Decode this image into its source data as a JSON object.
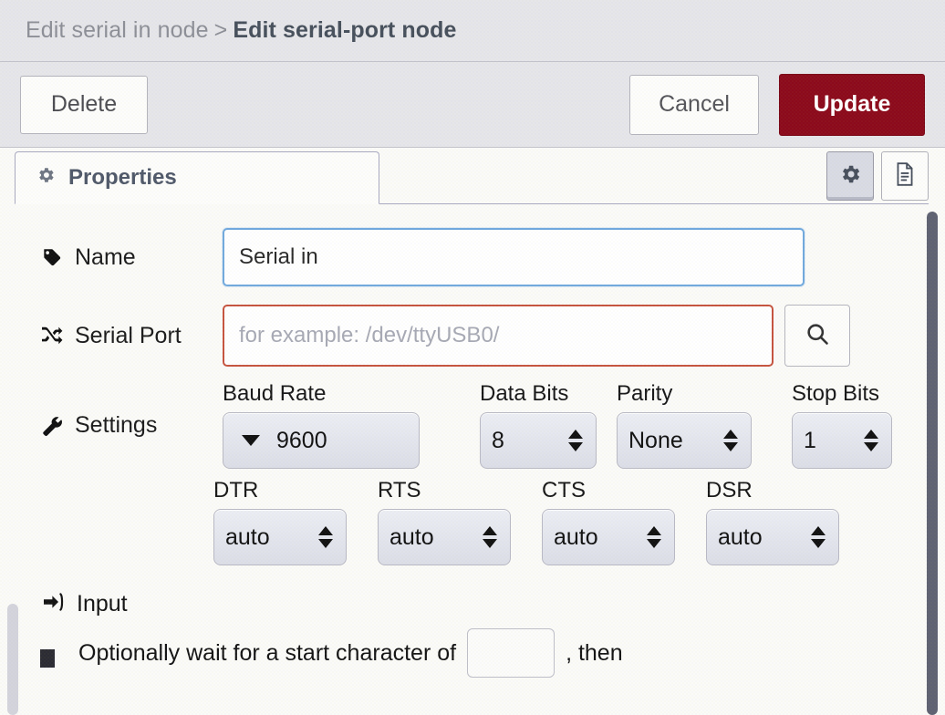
{
  "header": {
    "breadcrumb_previous": "Edit serial in node",
    "breadcrumb_separator": ">",
    "breadcrumb_current": "Edit serial-port node"
  },
  "toolbar": {
    "delete_label": "Delete",
    "cancel_label": "Cancel",
    "update_label": "Update",
    "update_color": "#8c0a1b"
  },
  "tabs": {
    "properties_label": "Properties",
    "properties_icon": "gear-icon",
    "icon_buttons": [
      {
        "name": "gear-icon",
        "active": true
      },
      {
        "name": "description-icon",
        "active": false
      }
    ]
  },
  "form": {
    "name": {
      "label": "Name",
      "icon": "tag-icon",
      "value": "Serial in",
      "placeholder": "Name"
    },
    "serial_port": {
      "label": "Serial Port",
      "icon": "shuffle-icon",
      "value": "",
      "placeholder": "for example: /dev/ttyUSB0/",
      "search_icon": "search-icon",
      "invalid": true
    },
    "settings": {
      "label": "Settings",
      "icon": "wrench-icon",
      "fields": [
        {
          "label": "Baud Rate",
          "value": "9600",
          "name": "baud-rate-select"
        },
        {
          "label": "Data Bits",
          "value": "8",
          "name": "data-bits-select"
        },
        {
          "label": "Parity",
          "value": "None",
          "name": "parity-select"
        },
        {
          "label": "Stop Bits",
          "value": "1",
          "name": "stop-bits-select"
        }
      ],
      "flow_fields": [
        {
          "label": "DTR",
          "value": "auto",
          "name": "dtr-select"
        },
        {
          "label": "RTS",
          "value": "auto",
          "name": "rts-select"
        },
        {
          "label": "CTS",
          "value": "auto",
          "name": "cts-select"
        },
        {
          "label": "DSR",
          "value": "auto",
          "name": "dsr-select"
        }
      ]
    },
    "input_section": {
      "label": "Input",
      "icon": "sign-in-icon",
      "sentence_before": "Optionally wait for a start character of",
      "start_char_value": "",
      "sentence_after": ", then"
    }
  }
}
